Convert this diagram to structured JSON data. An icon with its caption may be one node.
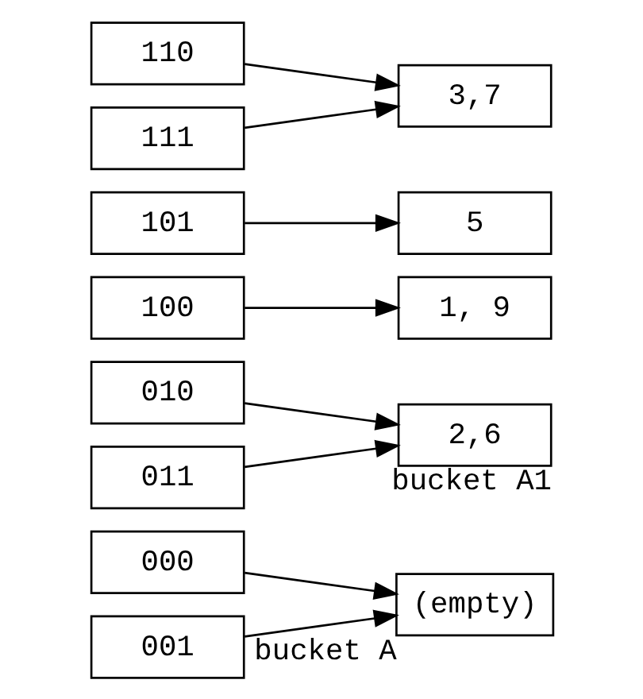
{
  "diagram": {
    "nodes": [
      {
        "text": [
          "000"
        ]
      },
      {
        "text": [
          "001"
        ]
      },
      {
        "text": [
          "010"
        ]
      },
      {
        "text": [
          "011"
        ]
      },
      {
        "text": [
          "100"
        ]
      },
      {
        "text": [
          "101"
        ]
      },
      {
        "text": [
          "110"
        ]
      },
      {
        "text": [
          "111"
        ]
      },
      {
        "text": [
          "(empty)"
        ],
        "beside": [
          "bucket A"
        ]
      },
      {
        "text": [
          "2,6"
        ],
        "beside": [
          "bucket A1"
        ]
      },
      {
        "text": [
          "1, 9"
        ]
      },
      {
        "text": [
          "5"
        ]
      },
      {
        "text": [
          "3,7"
        ]
      }
    ],
    "edges": [
      {
        "from": 0,
        "to": 8,
        "arrow": "to"
      },
      {
        "from": 1,
        "to": 8,
        "arrow": "to"
      },
      {
        "from": 2,
        "to": 9,
        "arrow": "to"
      },
      {
        "from": 3,
        "to": 9,
        "arrow": "to"
      },
      {
        "from": 4,
        "to": 10,
        "arrow": "to"
      },
      {
        "from": 5,
        "to": 11,
        "arrow": "to"
      },
      {
        "from": 6,
        "to": 12,
        "arrow": "to"
      },
      {
        "from": 7,
        "to": 12,
        "arrow": "to"
      }
    ]
  }
}
